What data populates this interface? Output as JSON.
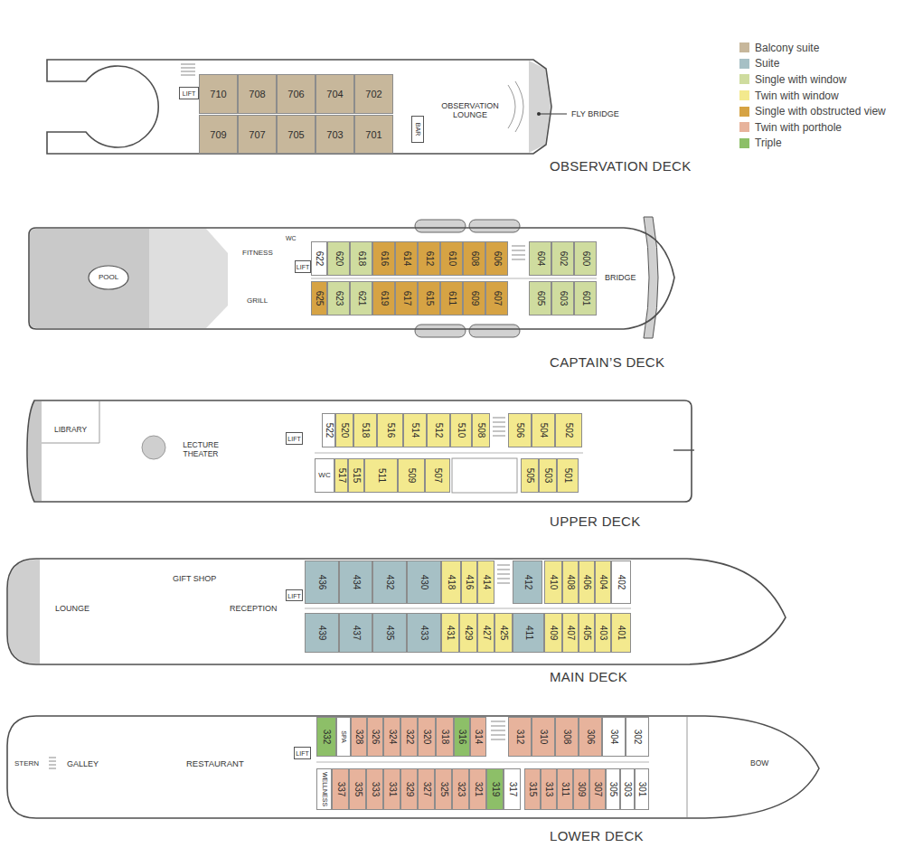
{
  "diagram": {
    "nodes": [
      {
        "text": [
          "OBSERVATION DECK"
        ]
      },
      {
        "text": [
          "LIFT"
        ],
        "in": 0
      },
      {
        "text": [
          "710"
        ],
        "in": 0
      },
      {
        "text": [
          "708"
        ],
        "in": 0
      },
      {
        "text": [
          "706"
        ],
        "in": 0
      },
      {
        "text": [
          "704"
        ],
        "in": 0
      },
      {
        "text": [
          "702"
        ],
        "in": 0
      },
      {
        "text": [
          "709"
        ],
        "in": 0
      },
      {
        "text": [
          "707"
        ],
        "in": 0
      },
      {
        "text": [
          "705"
        ],
        "in": 0
      },
      {
        "text": [
          "703"
        ],
        "in": 0
      },
      {
        "text": [
          "701"
        ],
        "in": 0
      },
      {
        "text": [
          "BAR"
        ],
        "in": 0
      },
      {
        "text": [
          "CAPTAIN’S DECK"
        ]
      },
      {
        "text": [
          "POOL"
        ],
        "in": 13
      },
      {
        "text": [
          "LIFT"
        ],
        "in": 13
      },
      {
        "text": [
          "622"
        ],
        "in": 13
      },
      {
        "text": [
          "620"
        ],
        "in": 13
      },
      {
        "text": [
          "618"
        ],
        "in": 13
      },
      {
        "text": [
          "616"
        ],
        "in": 13
      },
      {
        "text": [
          "614"
        ],
        "in": 13
      },
      {
        "text": [
          "612"
        ],
        "in": 13
      },
      {
        "text": [
          "610"
        ],
        "in": 13
      },
      {
        "text": [
          "608"
        ],
        "in": 13
      },
      {
        "text": [
          "606"
        ],
        "in": 13
      },
      {
        "text": [
          "604"
        ],
        "in": 13
      },
      {
        "text": [
          "602"
        ],
        "in": 13
      },
      {
        "text": [
          "600"
        ],
        "in": 13
      },
      {
        "text": [
          "625"
        ],
        "in": 13
      },
      {
        "text": [
          "623"
        ],
        "in": 13
      },
      {
        "text": [
          "621"
        ],
        "in": 13
      },
      {
        "text": [
          "619"
        ],
        "in": 13
      },
      {
        "text": [
          "617"
        ],
        "in": 13
      },
      {
        "text": [
          "615"
        ],
        "in": 13
      },
      {
        "text": [
          "611"
        ],
        "in": 13
      },
      {
        "text": [
          "609"
        ],
        "in": 13
      },
      {
        "text": [
          "607"
        ],
        "in": 13
      },
      {
        "text": [
          "605"
        ],
        "in": 13
      },
      {
        "text": [
          "603"
        ],
        "in": 13
      },
      {
        "text": [
          "601"
        ],
        "in": 13
      },
      {
        "text": [
          "UPPER DECK"
        ]
      },
      {
        "text": [
          "LIFT"
        ],
        "in": 40
      },
      {
        "text": [
          "522"
        ],
        "in": 40
      },
      {
        "text": [
          "520"
        ],
        "in": 40
      },
      {
        "text": [
          "518"
        ],
        "in": 40
      },
      {
        "text": [
          "516"
        ],
        "in": 40
      },
      {
        "text": [
          "514"
        ],
        "in": 40
      },
      {
        "text": [
          "512"
        ],
        "in": 40
      },
      {
        "text": [
          "510"
        ],
        "in": 40
      },
      {
        "text": [
          "508"
        ],
        "in": 40
      },
      {
        "text": [
          "506"
        ],
        "in": 40
      },
      {
        "text": [
          "504"
        ],
        "in": 40
      },
      {
        "text": [
          "502"
        ],
        "in": 40
      },
      {
        "text": [
          "WC"
        ],
        "in": 40
      },
      {
        "text": [
          "517"
        ],
        "in": 40
      },
      {
        "text": [
          "515"
        ],
        "in": 40
      },
      {
        "text": [
          "511"
        ],
        "in": 40
      },
      {
        "text": [
          "509"
        ],
        "in": 40
      },
      {
        "text": [
          "507"
        ],
        "in": 40
      },
      {
        "text": [
          "505"
        ],
        "in": 40
      },
      {
        "text": [
          "503"
        ],
        "in": 40
      },
      {
        "text": [
          "501"
        ],
        "in": 40
      },
      {
        "text": [
          "MAIN DECK"
        ]
      },
      {
        "text": [
          "LIFT"
        ],
        "in": 62
      },
      {
        "text": [
          "436"
        ],
        "in": 62
      },
      {
        "text": [
          "434"
        ],
        "in": 62
      },
      {
        "text": [
          "432"
        ],
        "in": 62
      },
      {
        "text": [
          "430"
        ],
        "in": 62
      },
      {
        "text": [
          "418"
        ],
        "in": 62
      },
      {
        "text": [
          "416"
        ],
        "in": 62
      },
      {
        "text": [
          "414"
        ],
        "in": 62
      },
      {
        "text": [
          "412"
        ],
        "in": 62
      },
      {
        "text": [
          "410"
        ],
        "in": 62
      },
      {
        "text": [
          "408"
        ],
        "in": 62
      },
      {
        "text": [
          "406"
        ],
        "in": 62
      },
      {
        "text": [
          "404"
        ],
        "in": 62
      },
      {
        "text": [
          "402"
        ],
        "in": 62
      },
      {
        "text": [
          "439"
        ],
        "in": 62
      },
      {
        "text": [
          "437"
        ],
        "in": 62
      },
      {
        "text": [
          "435"
        ],
        "in": 62
      },
      {
        "text": [
          "433"
        ],
        "in": 62
      },
      {
        "text": [
          "431"
        ],
        "in": 62
      },
      {
        "text": [
          "429"
        ],
        "in": 62
      },
      {
        "text": [
          "427"
        ],
        "in": 62
      },
      {
        "text": [
          "425"
        ],
        "in": 62
      },
      {
        "text": [
          "411"
        ],
        "in": 62
      },
      {
        "text": [
          "409"
        ],
        "in": 62
      },
      {
        "text": [
          "407"
        ],
        "in": 62
      },
      {
        "text": [
          "405"
        ],
        "in": 62
      },
      {
        "text": [
          "403"
        ],
        "in": 62
      },
      {
        "text": [
          "401"
        ],
        "in": 62
      },
      {
        "text": [
          "LOWER DECK"
        ]
      },
      {
        "text": [
          "LIFT"
        ],
        "in": 91
      },
      {
        "text": [
          "332"
        ],
        "in": 91
      },
      {
        "text": [
          "SPA"
        ],
        "in": 91
      },
      {
        "text": [
          "328"
        ],
        "in": 91
      },
      {
        "text": [
          "326"
        ],
        "in": 91
      },
      {
        "text": [
          "324"
        ],
        "in": 91
      },
      {
        "text": [
          "322"
        ],
        "in": 91
      },
      {
        "text": [
          "320"
        ],
        "in": 91
      },
      {
        "text": [
          "318"
        ],
        "in": 91
      },
      {
        "text": [
          "316"
        ],
        "in": 91
      },
      {
        "text": [
          "314"
        ],
        "in": 91
      },
      {
        "text": [
          "312"
        ],
        "in": 91
      },
      {
        "text": [
          "310"
        ],
        "in": 91
      },
      {
        "text": [
          "308"
        ],
        "in": 91
      },
      {
        "text": [
          "306"
        ],
        "in": 91
      },
      {
        "text": [
          "304"
        ],
        "in": 91
      },
      {
        "text": [
          "302"
        ],
        "in": 91
      },
      {
        "text": [
          "WELLNESS"
        ],
        "in": 91
      },
      {
        "text": [
          "337"
        ],
        "in": 91
      },
      {
        "text": [
          "335"
        ],
        "in": 91
      },
      {
        "text": [
          "333"
        ],
        "in": 91
      },
      {
        "text": [
          "331"
        ],
        "in": 91
      },
      {
        "text": [
          "329"
        ],
        "in": 91
      },
      {
        "text": [
          "327"
        ],
        "in": 91
      },
      {
        "text": [
          "325"
        ],
        "in": 91
      },
      {
        "text": [
          "323"
        ],
        "in": 91
      },
      {
        "text": [
          "321"
        ],
        "in": 91
      },
      {
        "text": [
          "319"
        ],
        "in": 91
      },
      {
        "text": [
          "317"
        ],
        "in": 91
      },
      {
        "text": [
          "315"
        ],
        "in": 91
      },
      {
        "text": [
          "313"
        ],
        "in": 91
      },
      {
        "text": [
          "311"
        ],
        "in": 91
      },
      {
        "text": [
          "309"
        ],
        "in": 91
      },
      {
        "text": [
          "307"
        ],
        "in": 91
      },
      {
        "text": [
          "305"
        ],
        "in": 91
      },
      {
        "text": [
          "303"
        ],
        "in": 91
      },
      {
        "text": [
          "301"
        ],
        "in": 91
      }
    ],
    "labels": [
      "OBSERVATION LOUNGE",
      "FLY BRIDGE",
      "FITNESS",
      "WC",
      "GRILL",
      "BRIDGE",
      "LIBRARY",
      "LECTURE THEATER",
      "LOUNGE",
      "GIFT SHOP",
      "RECEPTION",
      "STERN",
      "GALLEY",
      "RESTAURANT",
      "BOW"
    ],
    "legend": [
      {
        "text": "Balcony suite",
        "color": "#c7b79b"
      },
      {
        "text": "Suite",
        "color": "#a6c0c5"
      },
      {
        "text": "Single with window",
        "color": "#cfdc9f"
      },
      {
        "text": "Twin with window",
        "color": "#f3e98e"
      },
      {
        "text": "Single with obstructed view",
        "color": "#d6a344"
      },
      {
        "text": "Twin with porthole",
        "color": "#e7b39c"
      },
      {
        "text": "Triple",
        "color": "#8dbf68"
      }
    ]
  }
}
